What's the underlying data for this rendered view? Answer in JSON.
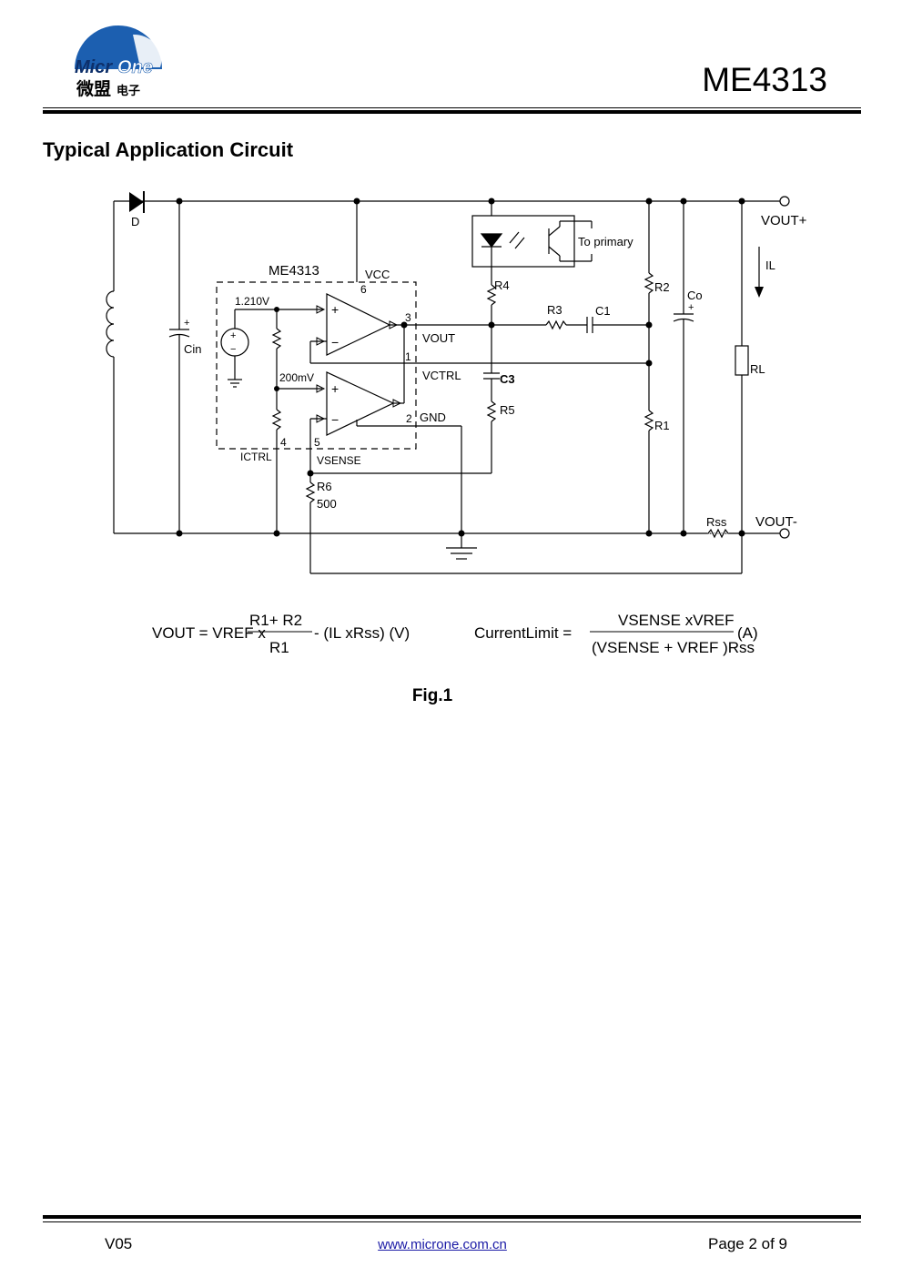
{
  "header": {
    "logo_text": "MicrOne",
    "logo_subtext": "微盟电子",
    "part_number": "ME4313"
  },
  "section_title": "Typical Application Circuit",
  "circuit": {
    "chip_label": "ME4313",
    "vcc": "VCC",
    "ref_voltage": "1.210V",
    "ctrl_voltage": "200mV",
    "pins": {
      "p1": "1",
      "p2": "2",
      "p3": "3",
      "p4": "4",
      "p5": "5",
      "p6": "6"
    },
    "labels": {
      "diode": "D",
      "cin": "Cin",
      "vout_pin": "VOUT",
      "vctrl": "VCTRL",
      "gnd": "GND",
      "ictrl": "ICTRL",
      "vsense": "VSENSE",
      "r6": "R6",
      "r6_value": "500",
      "r4": "R4",
      "r3": "R3",
      "c1": "C1",
      "c3": "C3",
      "r5": "R5",
      "r2": "R2",
      "r1": "R1",
      "co": "Co",
      "rl": "RL",
      "rss": "Rss",
      "il": "IL",
      "vout_plus": "VOUT+",
      "vout_minus": "VOUT-",
      "to_primary": "To primary"
    }
  },
  "formulas": {
    "vout_formula": {
      "lhs": "VOUT = VREF x",
      "numerator": "R1+ R2",
      "denominator": "R1",
      "tail": "- (IL xRss) (V)"
    },
    "current_limit": {
      "lhs": "CurrentLimit =",
      "numerator": "VSENSE xVREF",
      "denominator": "(VSENSE + VREF )Rss",
      "unit": "(A)"
    }
  },
  "figure_caption": "Fig.1",
  "footer": {
    "version": "V05",
    "website": "www.microne.com.cn",
    "page": "Page 2 of 9"
  }
}
